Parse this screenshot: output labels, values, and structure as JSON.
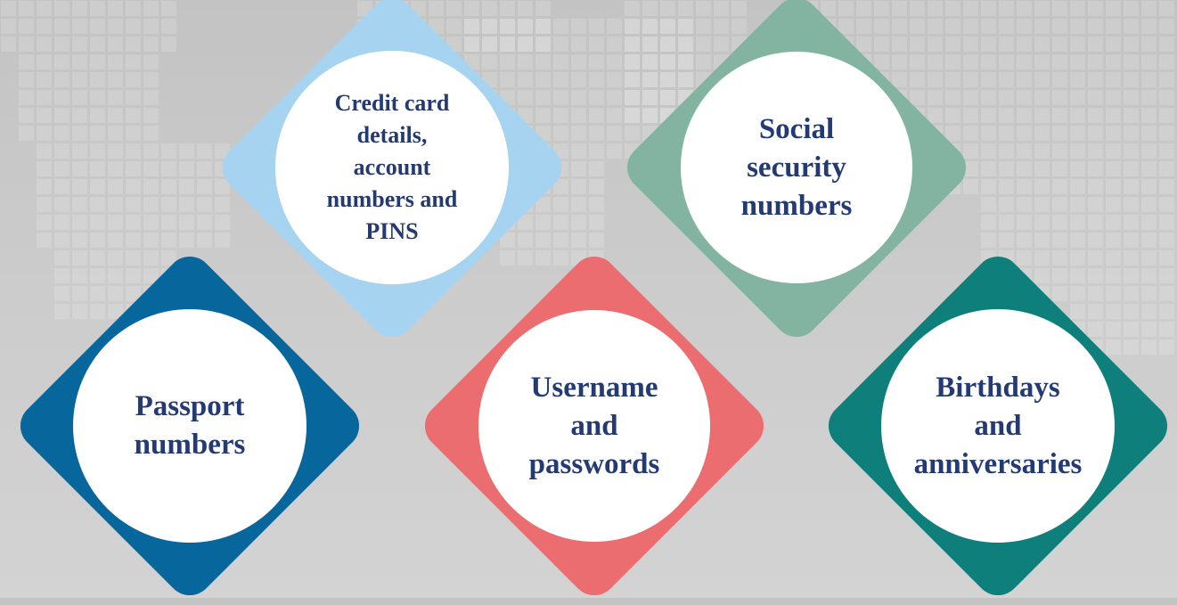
{
  "items": [
    {
      "label": "Credit card\ndetails,\naccount\nnumbers and\nPINS",
      "color": "#a6d3f0"
    },
    {
      "label": "Social\nsecurity\nnumbers",
      "color": "#82b4a1"
    },
    {
      "label": "Passport\nnumbers",
      "color": "#07669b"
    },
    {
      "label": "Username\nand\npasswords",
      "color": "#ec6d70"
    },
    {
      "label": "Birthdays\nand\nanniversaries",
      "color": "#0e7f7a"
    }
  ]
}
